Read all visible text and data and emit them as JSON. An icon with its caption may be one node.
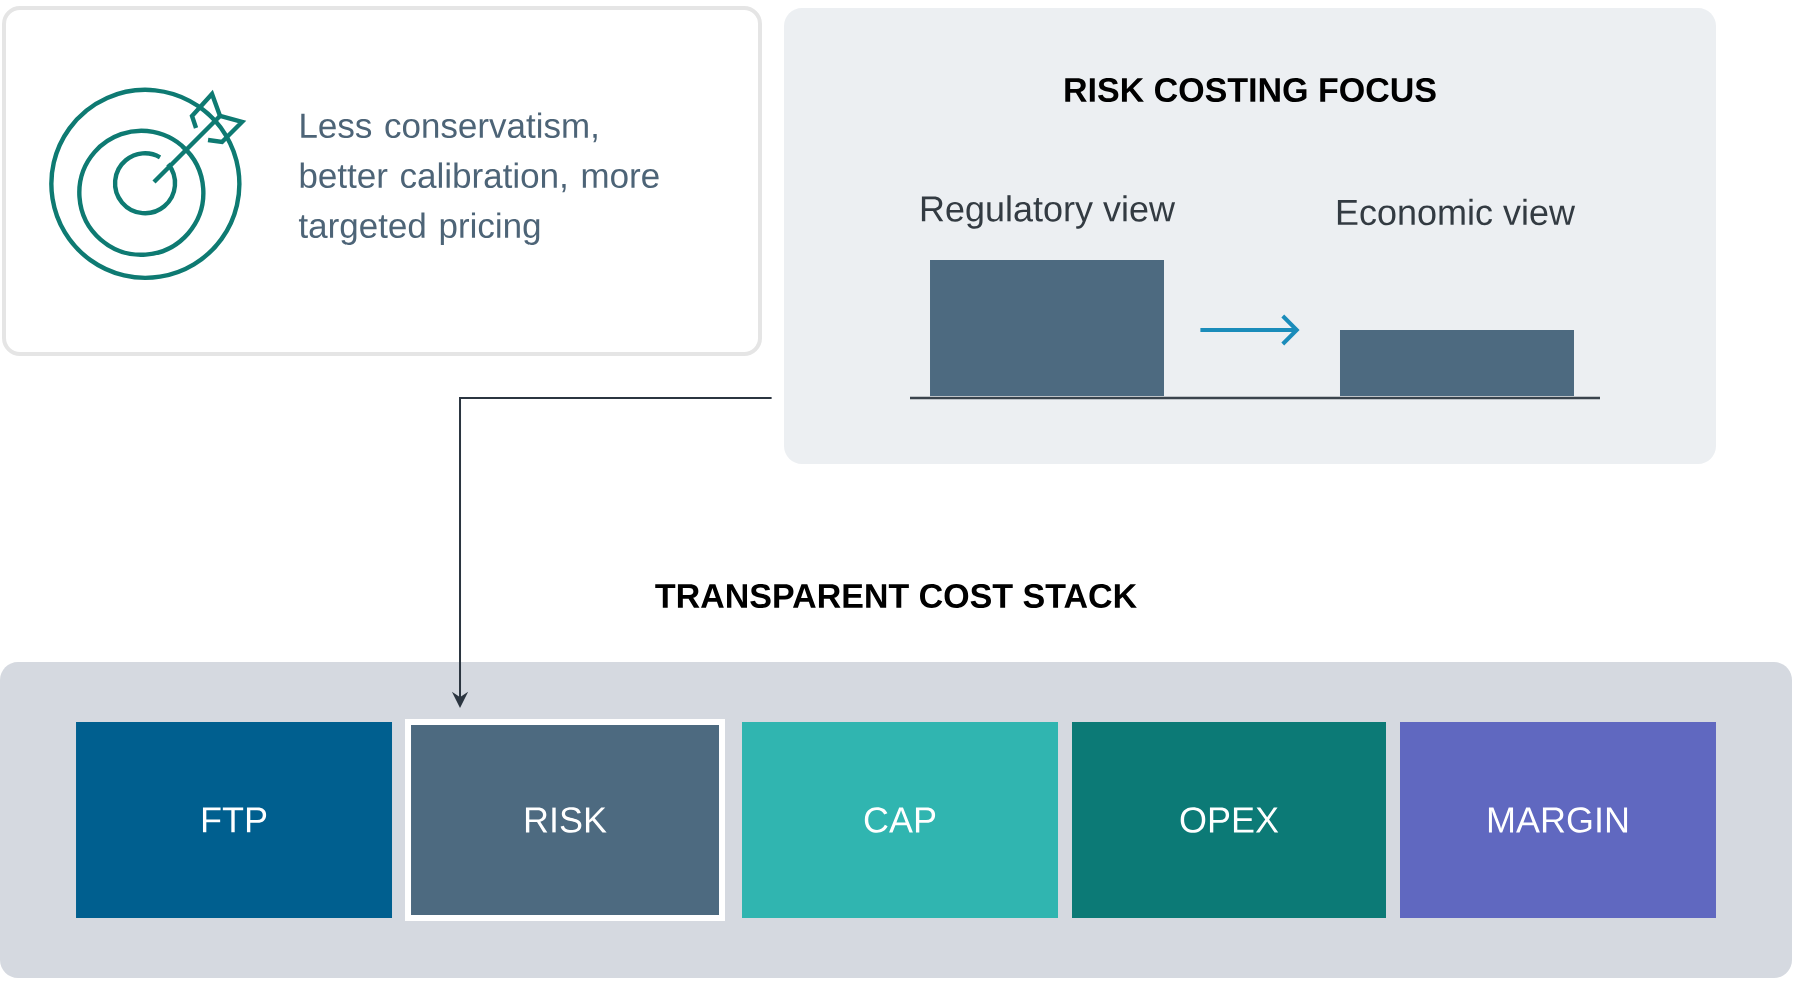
{
  "diagram": {
    "nodes": [
      {
        "text": [
          "Less conservatism, better calibration, more targeted pricing"
        ]
      },
      {
        "text": [
          "RISK COSTING FOCUS"
        ]
      },
      {
        "text": [
          "Regulatory view"
        ],
        "in": 1
      },
      {
        "text": [
          "Economic view"
        ],
        "in": 1
      },
      {
        "text": [
          "TRANSPARENT COST STACK"
        ]
      },
      {
        "text": [
          "FTP"
        ],
        "in": 4
      },
      {
        "text": [
          "RISK"
        ],
        "in": 4
      },
      {
        "text": [
          "CAP"
        ],
        "in": 4
      },
      {
        "text": [
          "OPEX"
        ],
        "in": 4
      },
      {
        "text": [
          "MARGIN"
        ],
        "in": 4
      }
    ],
    "edges": [
      {
        "from": 2,
        "to": 3,
        "arrow": "to",
        "color": "#1a8cba"
      },
      {
        "from": 1,
        "to": 6,
        "arrow": "to",
        "color": "#2b3540"
      }
    ]
  }
}
